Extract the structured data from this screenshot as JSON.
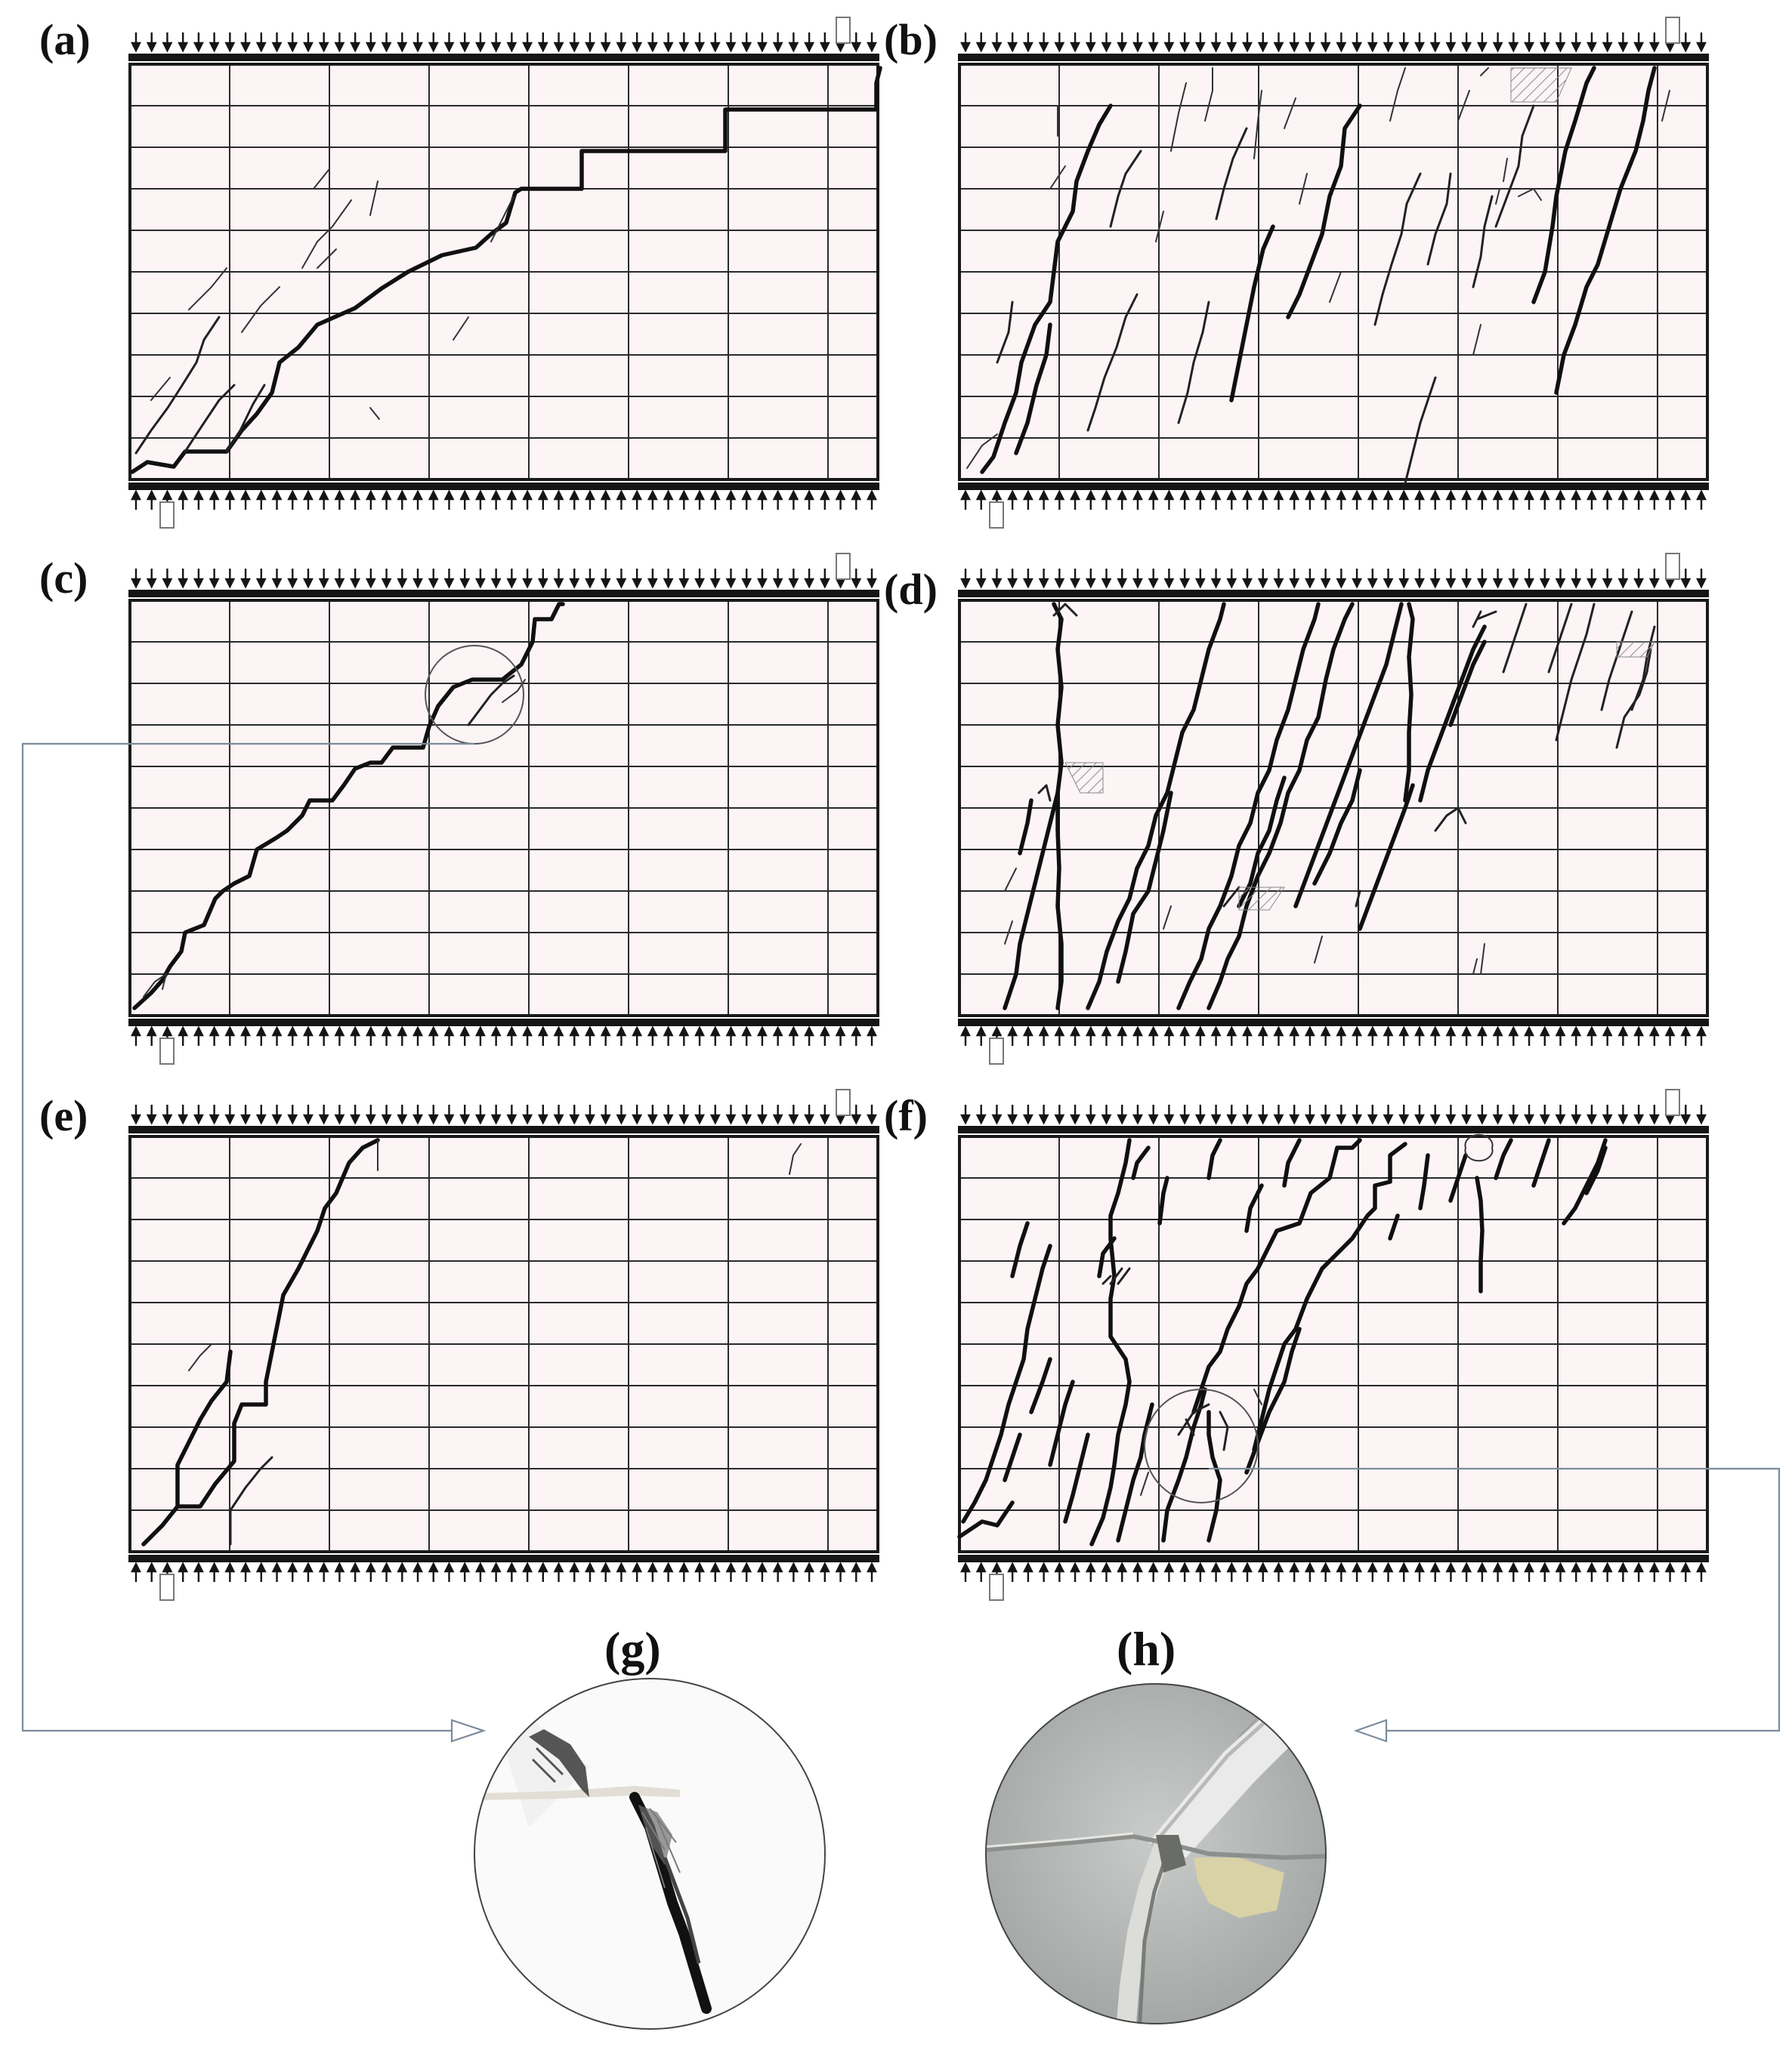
{
  "figure": {
    "panels": [
      {
        "id": "a",
        "label": "(a)",
        "pattern": "stepped diagonal crack"
      },
      {
        "id": "b",
        "label": "(b)",
        "pattern": "distributed vertical cracking"
      },
      {
        "id": "c",
        "label": "(c)",
        "pattern": "stepped diagonal crack"
      },
      {
        "id": "d",
        "label": "(d)",
        "pattern": "distributed vertical cracking"
      },
      {
        "id": "e",
        "label": "(e)",
        "pattern": "stepped diagonal crack"
      },
      {
        "id": "f",
        "label": "(f)",
        "pattern": "distributed vertical cracking"
      }
    ],
    "photos": [
      {
        "id": "g",
        "label": "(g)",
        "detail_of": "c"
      },
      {
        "id": "h",
        "label": "(h)",
        "detail_of": "f"
      }
    ],
    "colors": {
      "wall_fill": "#fdf4f6",
      "lines": "#1a1a1a",
      "leader": "#7a8c9c",
      "photo_h_background": "#b9bcba"
    }
  }
}
